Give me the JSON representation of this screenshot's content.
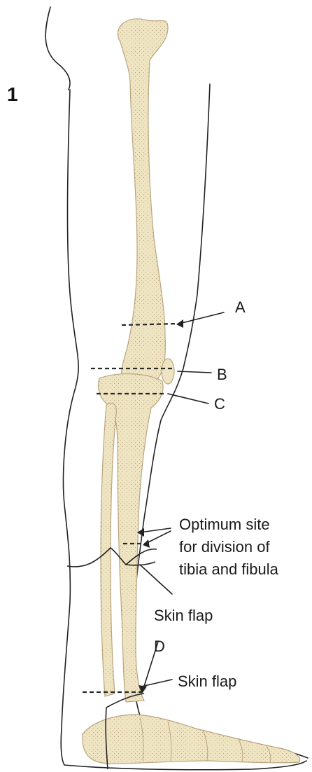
{
  "figure_number": "1",
  "labels": {
    "a": "A",
    "b": "B",
    "c": "C",
    "d": "D",
    "optimum_line1": "Optimum site",
    "optimum_line2": "for division of",
    "optimum_line3": "tibia and fibula",
    "skin_flap_mid": "Skin flap",
    "skin_flap_ankle": "Skin flap"
  },
  "colors": {
    "bone_fill": "#efe4c2",
    "bone_stroke": "#b9a57e",
    "outline": "#222222",
    "background": "#ffffff"
  }
}
